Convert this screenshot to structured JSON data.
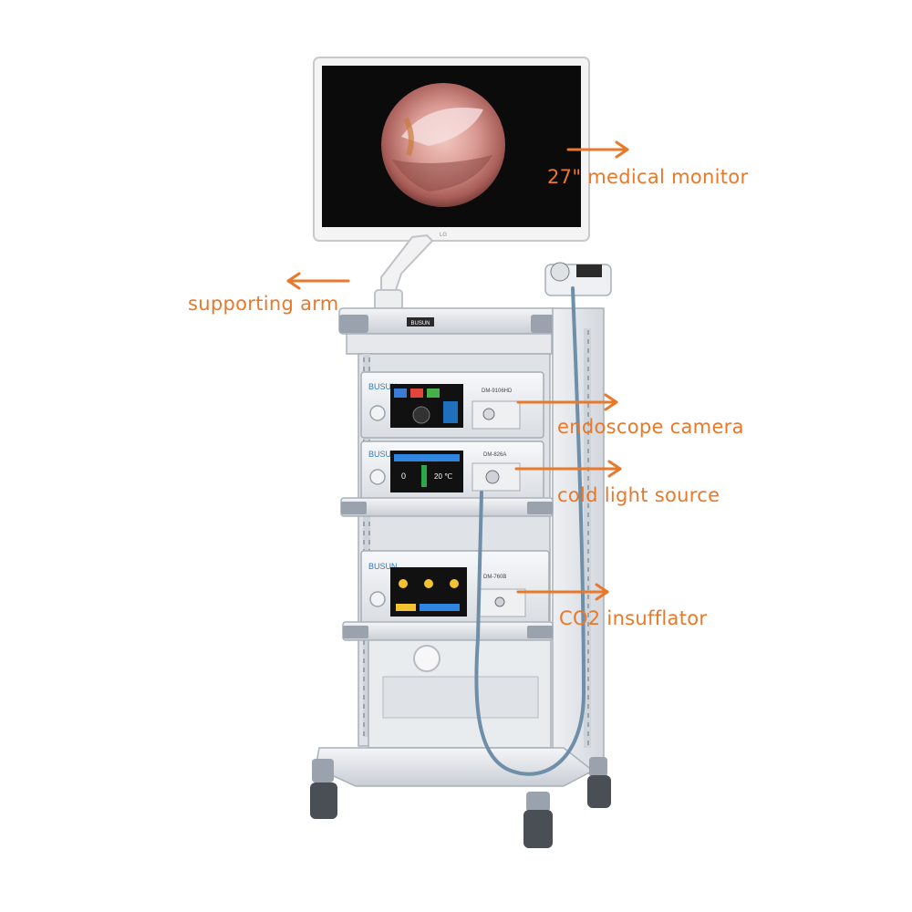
{
  "callouts": {
    "monitor": "27\" medical monitor",
    "supporting_arm": "supporting arm",
    "endoscope_camera": "endoscope camera",
    "cold_light_source": "cold light source",
    "co2_insufflator": "CO2 insufflator"
  },
  "device_text": {
    "arm_badge": "BUSUN",
    "monitor_logo": "LG",
    "brand": "BUSUN",
    "camera_model": "DM-9106HD",
    "light_model": "DM-826A",
    "light_temp": "20 ℃",
    "light_zero": "0",
    "insufflator_model": "DM-760B"
  },
  "colors": {
    "callout": "#e8782a",
    "cart_body": "#e4e7eb",
    "monitor_bezel": "#f4f4f4",
    "screen": "#0b0b0b",
    "cable": "#6f8ea8"
  }
}
